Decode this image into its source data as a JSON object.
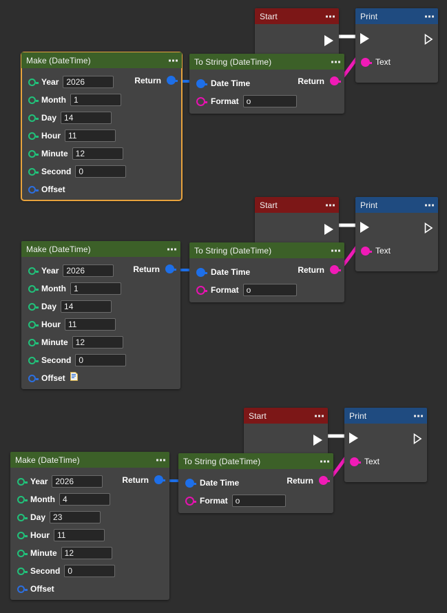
{
  "canvas": {
    "background": "#2e2e2e",
    "node_body": "#434343",
    "header_green": "#3c6028",
    "header_red": "#7c1717",
    "header_blue": "#1f4b80",
    "selection_color": "#e8a33d",
    "wire_exec": "#ffffff",
    "wire_datetime": "#1e6fe8",
    "wire_string": "#f01bb7"
  },
  "graphs": [
    {
      "id": "graph-1",
      "make": {
        "title": "Make (DateTime)",
        "selected": true,
        "return_label": "Return",
        "inputs": [
          {
            "label": "Year",
            "value": "2026",
            "pin": "green",
            "has_field": true
          },
          {
            "label": "Month",
            "value": "1",
            "pin": "green",
            "has_field": true
          },
          {
            "label": "Day",
            "value": "14",
            "pin": "green",
            "has_field": true
          },
          {
            "label": "Hour",
            "value": "11",
            "pin": "green",
            "has_field": true
          },
          {
            "label": "Minute",
            "value": "12",
            "pin": "green",
            "has_field": true
          },
          {
            "label": "Second",
            "value": "0",
            "pin": "green",
            "has_field": true
          },
          {
            "label": "Offset",
            "value": "",
            "pin": "blue",
            "has_field": false,
            "icon": ""
          }
        ]
      },
      "tostring": {
        "title": "To String (DateTime)",
        "return_label": "Return",
        "datetime_label": "Date Time",
        "format_label": "Format",
        "format_value": "o"
      },
      "start": {
        "title": "Start"
      },
      "print": {
        "title": "Print",
        "text_label": "Text"
      }
    },
    {
      "id": "graph-2",
      "make": {
        "title": "Make (DateTime)",
        "selected": false,
        "return_label": "Return",
        "inputs": [
          {
            "label": "Year",
            "value": "2026",
            "pin": "green",
            "has_field": true
          },
          {
            "label": "Month",
            "value": "1",
            "pin": "green",
            "has_field": true
          },
          {
            "label": "Day",
            "value": "14",
            "pin": "green",
            "has_field": true
          },
          {
            "label": "Hour",
            "value": "11",
            "pin": "green",
            "has_field": true
          },
          {
            "label": "Minute",
            "value": "12",
            "pin": "green",
            "has_field": true
          },
          {
            "label": "Second",
            "value": "0",
            "pin": "green",
            "has_field": true
          },
          {
            "label": "Offset",
            "value": "",
            "pin": "blue",
            "has_field": false,
            "icon": "document-icon"
          }
        ]
      },
      "tostring": {
        "title": "To String (DateTime)",
        "return_label": "Return",
        "datetime_label": "Date Time",
        "format_label": "Format",
        "format_value": "o"
      },
      "start": {
        "title": "Start"
      },
      "print": {
        "title": "Print",
        "text_label": "Text"
      }
    },
    {
      "id": "graph-3",
      "make": {
        "title": "Make (DateTime)",
        "selected": false,
        "return_label": "Return",
        "inputs": [
          {
            "label": "Year",
            "value": "2026",
            "pin": "green",
            "has_field": true
          },
          {
            "label": "Month",
            "value": "4",
            "pin": "green",
            "has_field": true
          },
          {
            "label": "Day",
            "value": "23",
            "pin": "green",
            "has_field": true
          },
          {
            "label": "Hour",
            "value": "11",
            "pin": "green",
            "has_field": true
          },
          {
            "label": "Minute",
            "value": "12",
            "pin": "green",
            "has_field": true
          },
          {
            "label": "Second",
            "value": "0",
            "pin": "green",
            "has_field": true
          },
          {
            "label": "Offset",
            "value": "",
            "pin": "blue",
            "has_field": false,
            "icon": ""
          }
        ]
      },
      "tostring": {
        "title": "To String (DateTime)",
        "return_label": "Return",
        "datetime_label": "Date Time",
        "format_label": "Format",
        "format_value": "o"
      },
      "start": {
        "title": "Start"
      },
      "print": {
        "title": "Print",
        "text_label": "Text"
      }
    }
  ]
}
